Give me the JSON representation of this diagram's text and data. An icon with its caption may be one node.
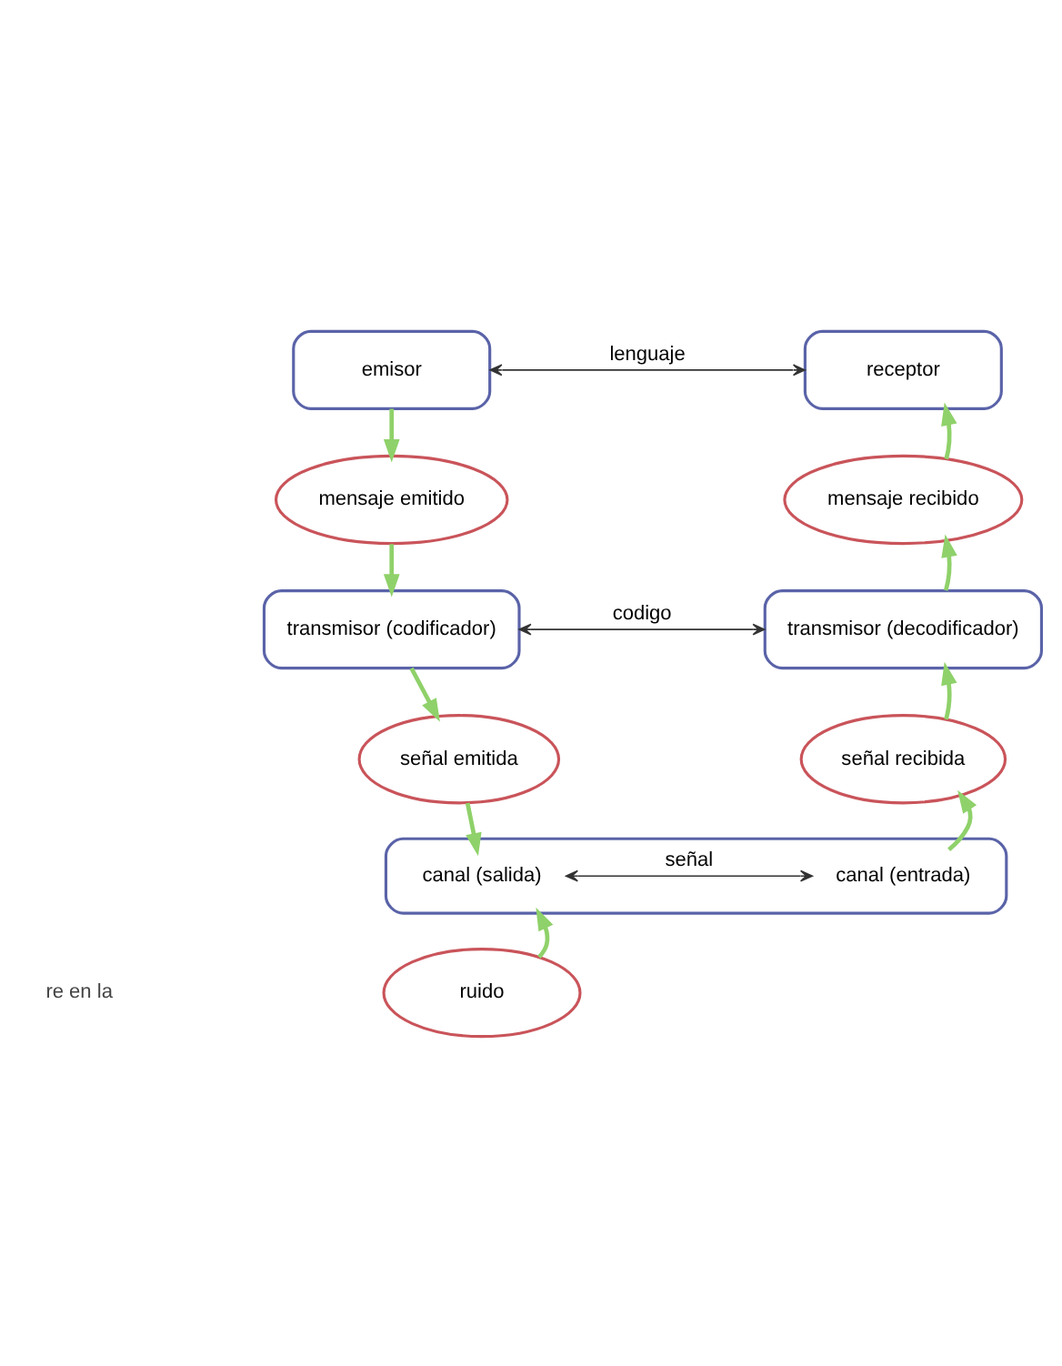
{
  "diagram": {
    "nodes": [
      {
        "text": [
          "emisor"
        ]
      },
      {
        "text": [
          "receptor"
        ]
      },
      {
        "text": [
          "mensaje emitido"
        ]
      },
      {
        "text": [
          "mensaje recibido"
        ]
      },
      {
        "text": [
          "transmisor (codificador)"
        ]
      },
      {
        "text": [
          "transmisor (decodificador)"
        ]
      },
      {
        "text": [
          "señal emitida"
        ]
      },
      {
        "text": [
          "señal recibida"
        ]
      },
      {
        "text": [],
        "shape": "box"
      },
      {
        "text": [
          "canal (salida)"
        ],
        "in": 8
      },
      {
        "text": [
          "canal (entrada)"
        ],
        "in": 8
      },
      {
        "text": [
          "ruido"
        ]
      }
    ],
    "edges": [
      {
        "from": 0,
        "to": 2,
        "arrow": "to"
      },
      {
        "from": 2,
        "to": 4,
        "arrow": "to"
      },
      {
        "from": 4,
        "to": 6,
        "arrow": "to"
      },
      {
        "from": 6,
        "to": 9,
        "arrow": "to"
      },
      {
        "from": 10,
        "to": 7,
        "arrow": "to"
      },
      {
        "from": 7,
        "to": 5,
        "arrow": "to"
      },
      {
        "from": 5,
        "to": 3,
        "arrow": "to"
      },
      {
        "from": 3,
        "to": 1,
        "arrow": "to"
      },
      {
        "from": 0,
        "to": 1,
        "arrow": "both",
        "label": "lenguaje",
        "color": "#333333"
      },
      {
        "from": 4,
        "to": 5,
        "arrow": "both",
        "label": "codigo",
        "color": "#333333"
      },
      {
        "from": 9,
        "to": 10,
        "arrow": "both",
        "label": "señal",
        "color": "#333333"
      },
      {
        "from": 11,
        "to": 8,
        "arrow": "to"
      }
    ],
    "labels": [
      "re en la"
    ]
  }
}
